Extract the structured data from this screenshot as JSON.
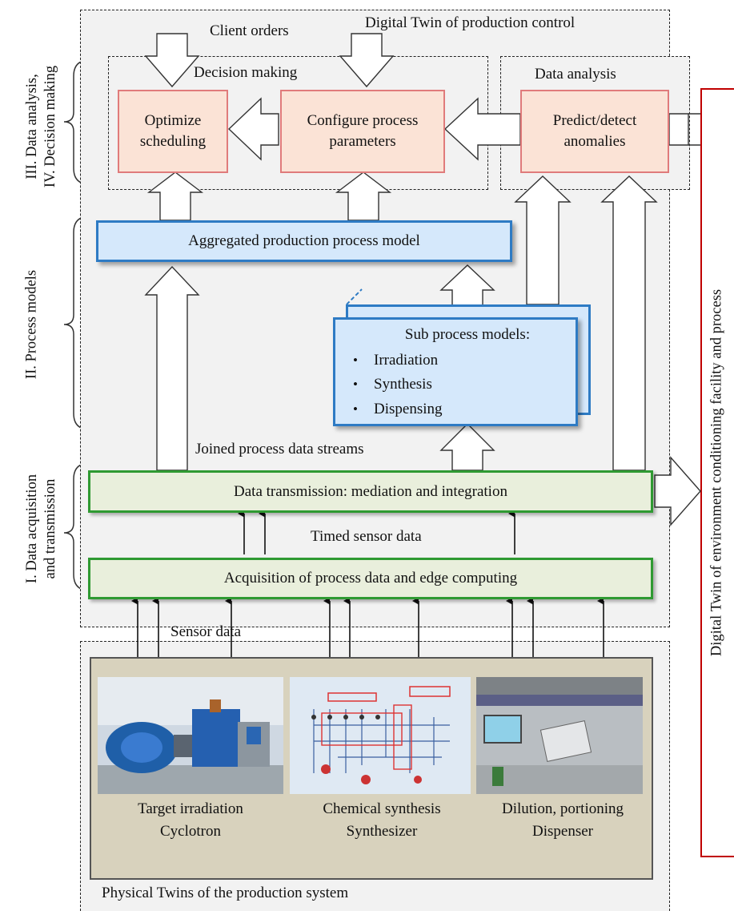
{
  "digital_twin_title": "Digital Twin  of production control",
  "client_orders": "Client orders",
  "decision_making": {
    "title": "Decision  making",
    "optimize": [
      "Optimize",
      "scheduling"
    ],
    "configure": [
      "Configure process",
      "parameters"
    ]
  },
  "data_analysis": {
    "title": "Data analysis",
    "predict": [
      "Predict/detect",
      "anomalies"
    ]
  },
  "aggregated_model": "Aggregated  production process model",
  "sub_models": {
    "title": "Sub process models:",
    "items": [
      "Irradiation",
      "Synthesis",
      "Dispensing"
    ]
  },
  "joined_streams": "Joined process data streams",
  "transmission": "Data transmission: mediation and integration",
  "timed_sensor": "Timed sensor data",
  "acquisition": "Acquisition  of process data and edge computing",
  "sensor_data": "Sensor data",
  "layers": {
    "l34": [
      "III. Data analysis,",
      "IV. Decision making"
    ],
    "l2": "II. Process models",
    "l1": [
      "I. Data acquisition",
      "and transmission"
    ]
  },
  "environment_twin": "Digital Twin  of environment conditioning facility and process",
  "physical": {
    "title": "Physical Twins of the production system",
    "units": [
      {
        "icon": "cyclotron-photo",
        "lines": [
          "Target irradiation",
          "Cyclotron"
        ]
      },
      {
        "icon": "synthesizer-schematic",
        "lines": [
          "Chemical synthesis",
          "Synthesizer"
        ]
      },
      {
        "icon": "dispenser-photo",
        "lines": [
          "Dilution,  portioning",
          "Dispenser"
        ]
      }
    ]
  },
  "colors": {
    "pink_fill": "#fbe3d6",
    "pink_border": "#e07b7b",
    "blue_fill": "#d5e8fb",
    "blue_border": "#2e7bc4",
    "green_fill": "#e9efdc",
    "green_border": "#2f9a32",
    "env_border": "#c00000",
    "physical_fill": "#d8d2bd"
  }
}
